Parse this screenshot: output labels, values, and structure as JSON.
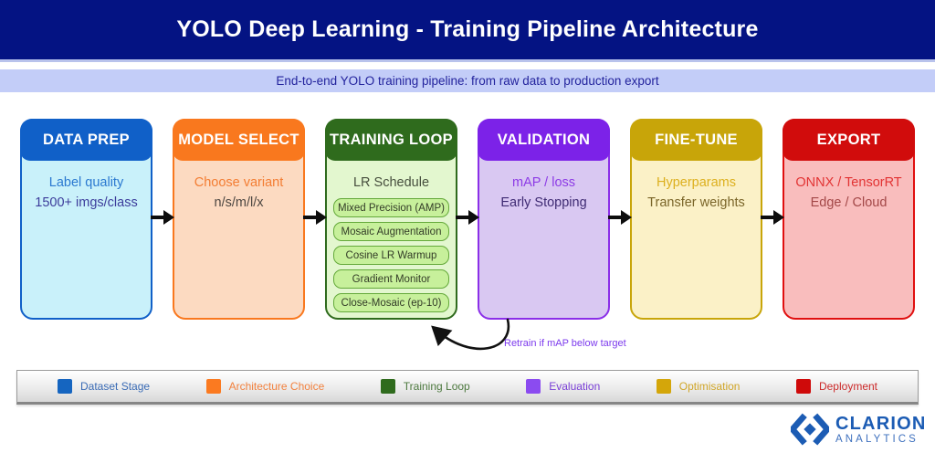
{
  "header": {
    "title": "YOLO Deep Learning - Training Pipeline Architecture",
    "subtitle": "End-to-end YOLO training pipeline: from raw data to production export",
    "bar_color": "#041383",
    "subtitle_bar_color": "#c3cdf8"
  },
  "stages": [
    {
      "title": "DATA PREP",
      "lines": [
        "Label quality",
        "1500+ imgs/class"
      ],
      "header_color": "#1060c8",
      "body_color": "#c9f1fa"
    },
    {
      "title": "MODEL SELECT",
      "lines": [
        "Choose variant",
        "n/s/m/l/x"
      ],
      "header_color": "#f9781e",
      "body_color": "#fcdac1"
    },
    {
      "title": "TRAINING LOOP",
      "lines": [
        "LR Schedule"
      ],
      "pills": [
        "Mixed Precision (AMP)",
        "Mosaic Augmentation",
        "Cosine LR Warmup",
        "Gradient Monitor",
        "Close-Mosaic (ep-10)"
      ],
      "header_color": "#2f6b1d",
      "body_color": "#e3f7cf"
    },
    {
      "title": "VALIDATION",
      "lines": [
        "mAP / loss",
        "Early Stopping"
      ],
      "header_color": "#7c22e8",
      "body_color": "#d9c8f2"
    },
    {
      "title": "FINE-TUNE",
      "lines": [
        "Hyperparams",
        "Transfer weights"
      ],
      "header_color": "#c8a509",
      "body_color": "#fbf1c7"
    },
    {
      "title": "EXPORT",
      "lines": [
        "ONNX / TensorRT",
        "Edge / Cloud"
      ],
      "header_color": "#d10c0c",
      "body_color": "#f9bdbd"
    }
  ],
  "feedback": {
    "label": "Retrain if mAP below target",
    "color": "#7c3aed"
  },
  "legend": {
    "items": [
      {
        "label": "Dataset Stage",
        "color": "#1565c0"
      },
      {
        "label": "Architecture Choice",
        "color": "#fb7a20"
      },
      {
        "label": "Training Loop",
        "color": "#2f6b1d"
      },
      {
        "label": "Evaluation",
        "color": "#8b4bf0"
      },
      {
        "label": "Optimisation",
        "color": "#d4a60a"
      },
      {
        "label": "Deployment",
        "color": "#cf0a0a"
      }
    ]
  },
  "logo": {
    "name": "CLARION",
    "subname": "ANALYTICS",
    "color": "#1c5cb4"
  }
}
